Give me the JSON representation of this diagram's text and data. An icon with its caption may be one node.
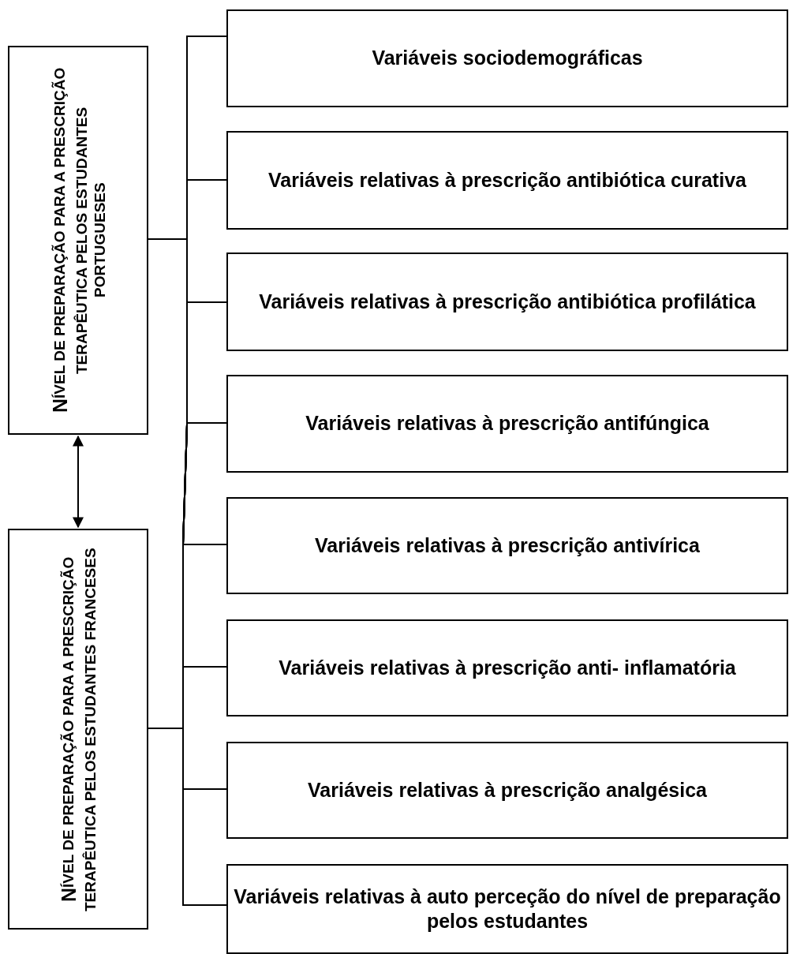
{
  "diagram": {
    "nodes": [
      {
        "text": [
          "NÍVEL DE PREPARAÇÃO PARA A PRESCRIÇÃO TERAPÊUTICA PELOS ESTUDANTES PORTUGUESES"
        ]
      },
      {
        "text": [
          "NÍVEL DE PREPARAÇÃO PARA A PRESCRIÇÃO TERAPÊUTICA PELOS ESTUDANTES FRANCESES"
        ]
      },
      {
        "text": [
          "Variáveis sociodemográficas"
        ]
      },
      {
        "text": [
          "Variáveis relativas à prescrição antibiótica curativa"
        ]
      },
      {
        "text": [
          "Variáveis relativas à prescrição antibiótica profilática"
        ]
      },
      {
        "text": [
          "Variáveis relativas à prescrição antifúngica"
        ]
      },
      {
        "text": [
          "Variáveis relativas à prescrição antivírica"
        ]
      },
      {
        "text": [
          "Variáveis relativas à prescrição anti- inflamatória"
        ]
      },
      {
        "text": [
          "Variáveis relativas à prescrição analgésica"
        ]
      },
      {
        "text": [
          "Variáveis relativas à auto perceção do nível de preparação pelos estudantes"
        ]
      }
    ],
    "edges": [
      {
        "from": 0,
        "to": 1,
        "arrow": "both"
      },
      {
        "from": 0,
        "to": 2,
        "arrow": "none"
      },
      {
        "from": 0,
        "to": 3,
        "arrow": "none"
      },
      {
        "from": 0,
        "to": 4,
        "arrow": "none"
      },
      {
        "from": 0,
        "to": 5,
        "arrow": "none"
      },
      {
        "from": 0,
        "to": 6,
        "arrow": "none"
      },
      {
        "from": 0,
        "to": 7,
        "arrow": "none"
      },
      {
        "from": 0,
        "to": 8,
        "arrow": "none"
      },
      {
        "from": 0,
        "to": 9,
        "arrow": "none"
      },
      {
        "from": 1,
        "to": 2,
        "arrow": "none"
      },
      {
        "from": 1,
        "to": 3,
        "arrow": "none"
      },
      {
        "from": 1,
        "to": 4,
        "arrow": "none"
      },
      {
        "from": 1,
        "to": 5,
        "arrow": "none"
      },
      {
        "from": 1,
        "to": 6,
        "arrow": "none"
      },
      {
        "from": 1,
        "to": 7,
        "arrow": "none"
      },
      {
        "from": 1,
        "to": 8,
        "arrow": "none"
      },
      {
        "from": 1,
        "to": 9,
        "arrow": "none"
      }
    ]
  }
}
